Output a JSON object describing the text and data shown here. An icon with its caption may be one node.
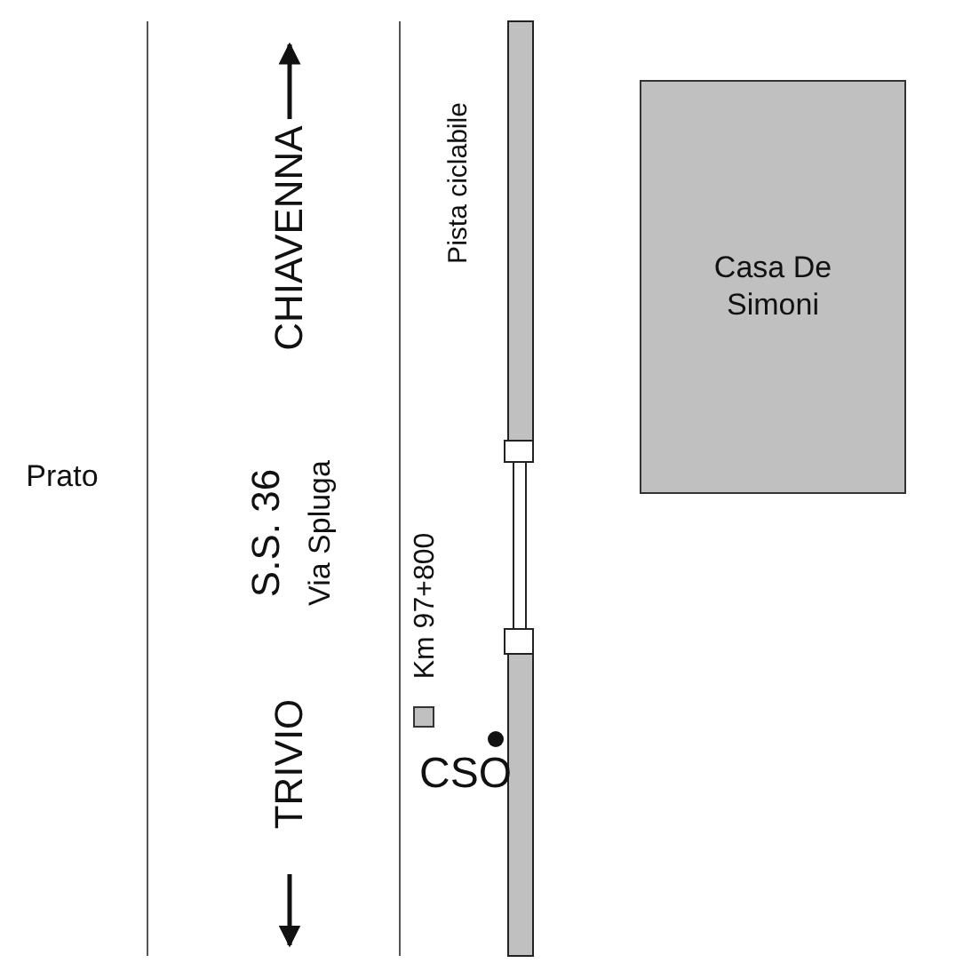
{
  "diagram": {
    "nodes": [
      {
        "text": [
          "Casa De Simoni"
        ]
      }
    ],
    "labels": [
      "Prato",
      "CHIAVENNA",
      "S.S. 36",
      "Via Spluga",
      "TRIVIO",
      "Pista ciclabile",
      "Km 97+800",
      "CSO"
    ]
  }
}
